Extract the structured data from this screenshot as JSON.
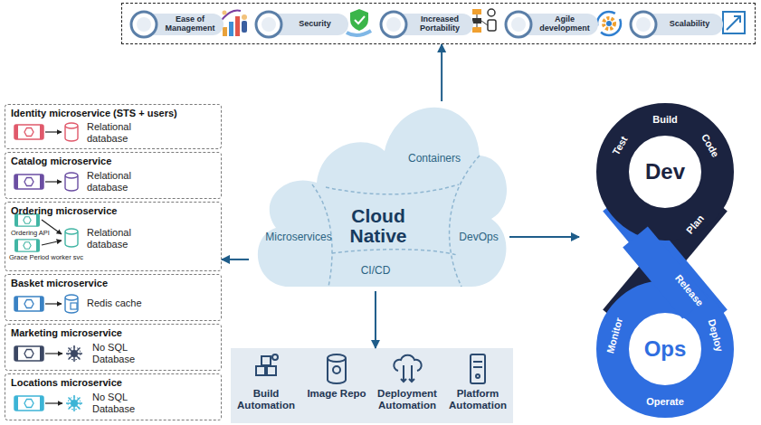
{
  "diagram": {
    "nodes": [
      {
        "text": []
      },
      {
        "text": [
          "Ease of Management"
        ],
        "in": 0
      },
      {
        "text": [
          "Security"
        ],
        "in": 0
      },
      {
        "text": [
          "Increased Portability"
        ],
        "in": 0
      },
      {
        "text": [
          "Agile development"
        ],
        "in": 0
      },
      {
        "text": [
          "Scalability"
        ],
        "in": 0
      },
      {
        "text": [
          "Containers",
          "Microservices",
          "Cloud Native",
          "DevOps",
          "CI/CD"
        ]
      },
      {
        "text": [
          "Identity microservice (STS + users)",
          "Relational database"
        ]
      },
      {
        "text": [
          "Catalog microservice",
          "Relational database"
        ]
      },
      {
        "text": [
          "Ordering microservice",
          "Ordering API",
          "Relational database",
          "Grace Period worker svc"
        ]
      },
      {
        "text": [
          "Basket microservice",
          "Redis cache"
        ]
      },
      {
        "text": [
          "Marketing microservice",
          "No SQL Database"
        ]
      },
      {
        "text": [
          "Locations microservice",
          "No SQL Database"
        ]
      },
      {
        "text": [
          "Build",
          "Test",
          "Dev",
          "Code",
          "Plan",
          "Release",
          "Ops",
          "Monitor",
          "Deploy",
          "Operate"
        ]
      },
      {
        "text": [
          "Build Automation",
          "Image Repo",
          "Deployment Automation",
          "Platform Automation"
        ]
      }
    ],
    "edges": [
      {
        "from": 6,
        "to": 0,
        "arrow": "to"
      },
      {
        "from": 6,
        "to": 9,
        "arrow": "to"
      },
      {
        "from": 6,
        "to": 13,
        "arrow": "to"
      },
      {
        "from": 6,
        "to": 14,
        "arrow": "to"
      }
    ]
  }
}
